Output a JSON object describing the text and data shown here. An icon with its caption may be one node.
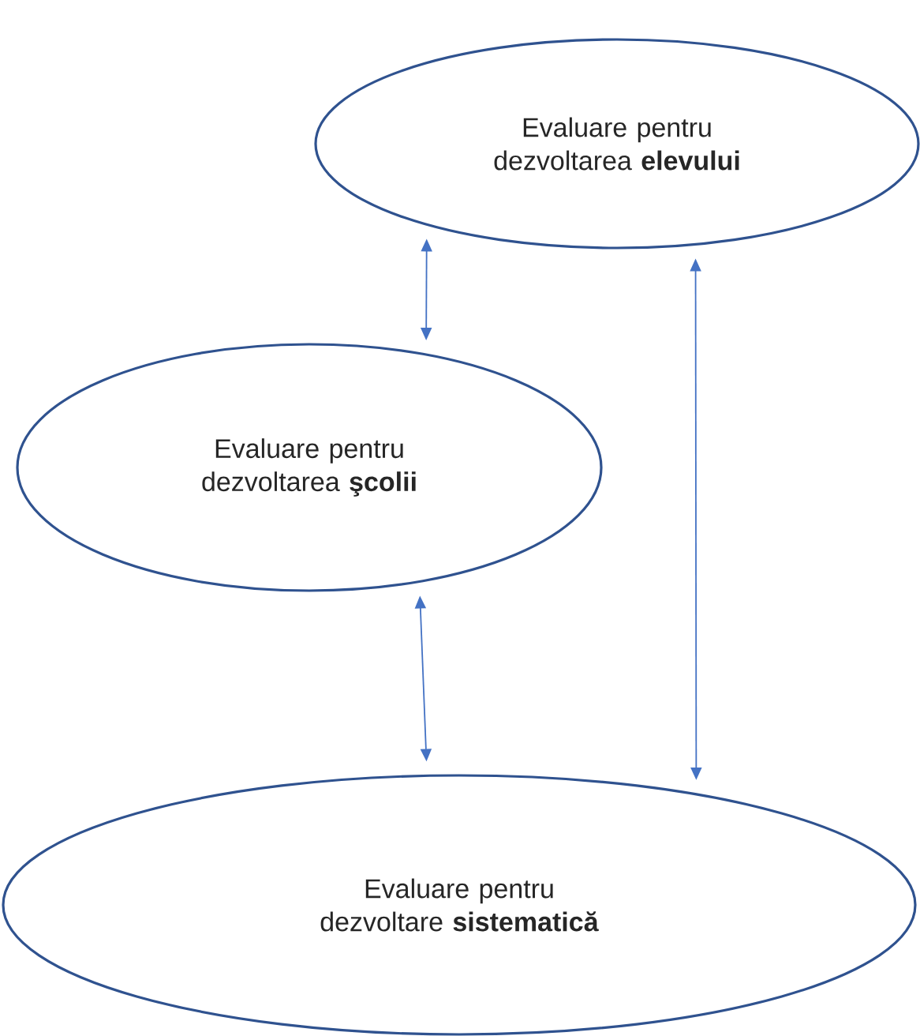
{
  "diagram": {
    "nodes": [
      {
        "text": [
          "Evaluare pentru dezvoltarea **elevului**"
        ]
      },
      {
        "text": [
          "Evaluare pentru dezvoltarea **şcolii**"
        ]
      },
      {
        "text": [
          "Evaluare pentru dezvoltare **sistematică**"
        ]
      }
    ],
    "edges": [
      {
        "from": 0,
        "to": 1,
        "arrow": "both"
      },
      {
        "from": 0,
        "to": 2,
        "arrow": "both"
      },
      {
        "from": 1,
        "to": 2,
        "arrow": "both"
      }
    ]
  }
}
